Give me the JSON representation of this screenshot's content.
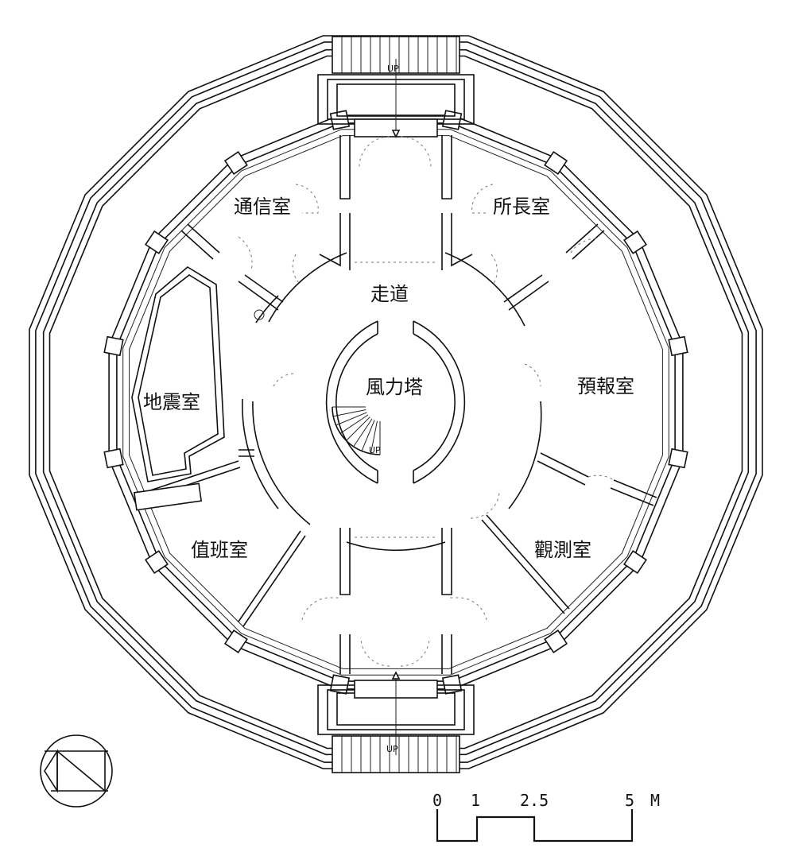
{
  "rooms": {
    "communication": "通信室",
    "director": "所長室",
    "corridor": "走道",
    "wind_tower": "風力塔",
    "forecast": "預報室",
    "earthquake": "地震室",
    "duty": "值班室",
    "observation": "觀測室"
  },
  "markers": {
    "up_top": "UP",
    "up_stair": "UP",
    "up_bottom": "UP"
  },
  "scale_bar": {
    "ticks": [
      "0",
      "1",
      "2.5",
      "5"
    ],
    "unit": "M"
  },
  "colors": {
    "line": "#111111",
    "background": "#ffffff"
  },
  "icons": {
    "north_arrow": "north-arrow-icon"
  }
}
